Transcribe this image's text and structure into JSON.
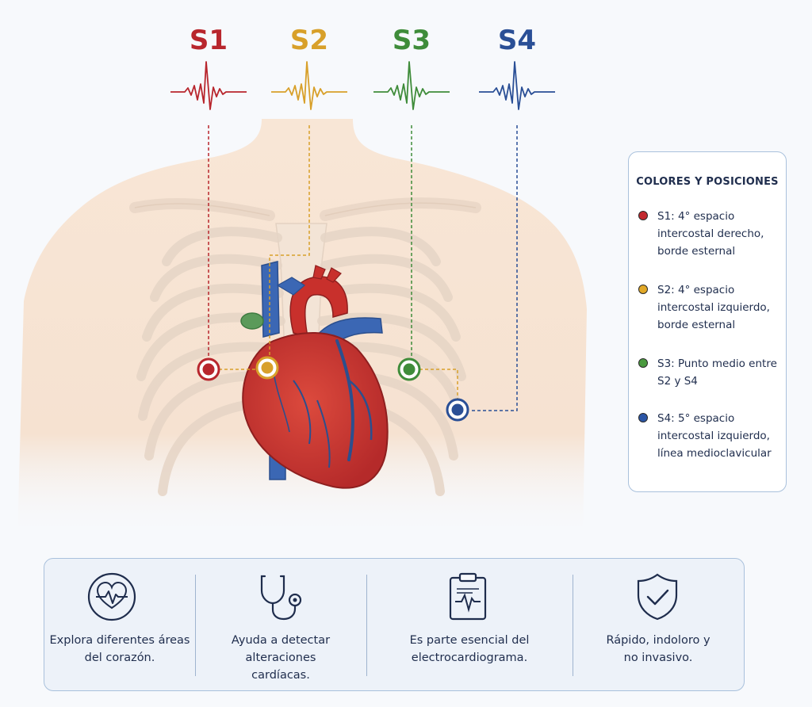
{
  "leads": [
    {
      "id": "S1",
      "color": "#b8262d"
    },
    {
      "id": "S2",
      "color": "#d8a02a"
    },
    {
      "id": "S3",
      "color": "#3f8c3a"
    },
    {
      "id": "S4",
      "color": "#2a4f96"
    }
  ],
  "legend": {
    "title": "COLORES Y POSICIONES",
    "items": [
      {
        "text": "S1:  4° espacio intercostal derecho, borde esternal",
        "color": "#c2282e"
      },
      {
        "text": "S2:  4° espacio intercostal izquierdo, borde esternal",
        "color": "#e1a827"
      },
      {
        "text": "S3:  Punto medio entre S2 y S4",
        "color": "#4a9a3f"
      },
      {
        "text": "S4:  5° espacio intercostal izquierdo, línea medioclavicular",
        "color": "#2b56a6"
      }
    ]
  },
  "features": [
    {
      "icon": "heart-pulse-icon",
      "text": "Explora diferentes áreas del corazón."
    },
    {
      "icon": "stethoscope-icon",
      "text": "Ayuda a detectar alteraciones cardíacas."
    },
    {
      "icon": "ecg-clipboard-icon",
      "text": "Es parte esencial del electrocardiograma."
    },
    {
      "icon": "shield-check-icon",
      "text": "Rápido, indoloro y no invasivo."
    }
  ]
}
